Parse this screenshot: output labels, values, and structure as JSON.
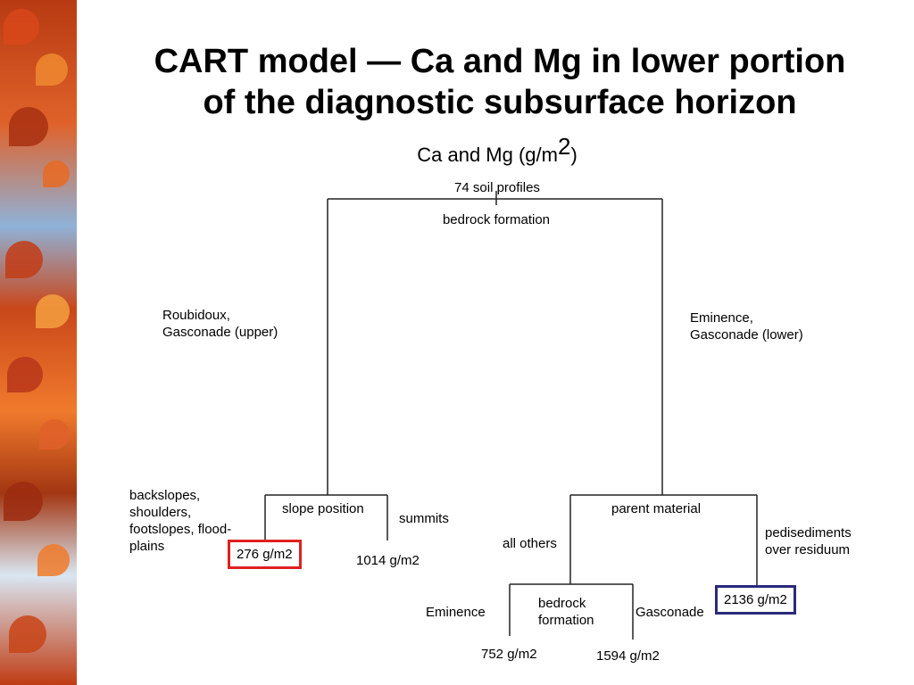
{
  "title": {
    "line1": "CART model — Ca and Mg in lower portion",
    "line2": "of the diagnostic subsurface horizon"
  },
  "subtitle": {
    "main": "Ca and Mg (g/m",
    "superscript": "2",
    "close": ")"
  },
  "tree": {
    "root_label": "74 soil profiles",
    "root_split": "bedrock formation",
    "left_branch": [
      "Roubidoux,",
      "Gasconade (upper)"
    ],
    "right_branch": [
      "Eminence,",
      "Gasconade (lower)"
    ],
    "left_split": "slope position",
    "left_left_branch": [
      "backslopes,",
      "shoulders,",
      "footslopes, flood-",
      "plains"
    ],
    "left_right_branch": "summits",
    "leaf_276": "276 g/m2",
    "leaf_1014": "1014 g/m2",
    "right_split": "parent material",
    "right_left_branch": "all others",
    "right_right_branch": [
      "pedisediments",
      "over residuum"
    ],
    "leaf_2136": "2136 g/m2",
    "sub_split": [
      "bedrock",
      "formation"
    ],
    "sub_left_branch": "Eminence",
    "sub_right_branch": "Gasconade",
    "leaf_752": "752 g/m2",
    "leaf_1594": "1594 g/m2"
  },
  "colors": {
    "min_leaf_border": "#e02020",
    "max_leaf_border": "#2a2a7a",
    "line": "#222222"
  },
  "icons": {
    "decorative_strip": "autumn-maple-leaves"
  }
}
